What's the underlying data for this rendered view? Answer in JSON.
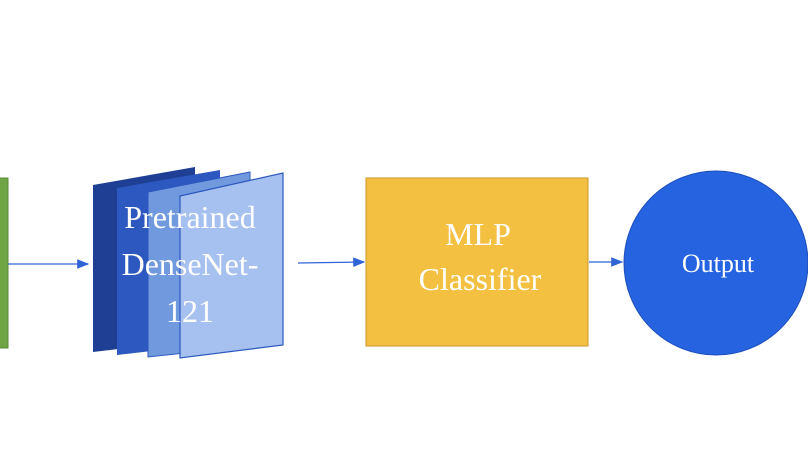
{
  "nodes": {
    "backbone": {
      "lines": [
        "Pretrained",
        "DenseNet-",
        "121"
      ]
    },
    "classifier": {
      "lines": [
        "MLP",
        "Classifier"
      ]
    },
    "output": {
      "label": "Output"
    }
  },
  "colors": {
    "input_green": "#70a546",
    "layer_1": "#1e3f94",
    "layer_2": "#2c58bf",
    "layer_3": "#7199de",
    "layer_4": "#a6c1ef",
    "mlp": "#f4c042",
    "output": "#2563e0",
    "arrow": "#2f63d6"
  }
}
